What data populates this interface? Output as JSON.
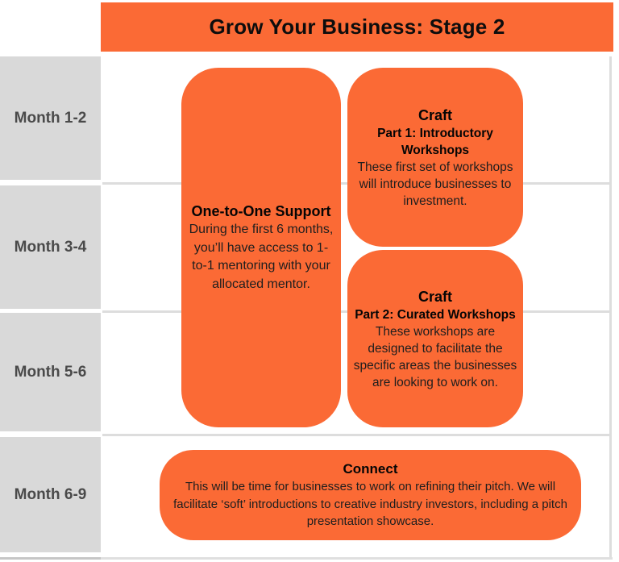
{
  "header": {
    "title": "Grow Your Business: Stage 2"
  },
  "timeline": {
    "rows": [
      {
        "label": "Month 1-2"
      },
      {
        "label": "Month 3-4"
      },
      {
        "label": "Month 5-6"
      },
      {
        "label": "Month 6-9"
      }
    ]
  },
  "cards": {
    "one_to_one": {
      "title": "One-to-One Support",
      "body": "During the first 6 months, you’ll have access to 1-to-1 mentoring with your allocated mentor."
    },
    "craft_part1": {
      "title": "Craft",
      "subtitle": "Part 1: Introductory Workshops",
      "body": "These first set of workshops will introduce businesses to investment."
    },
    "craft_part2": {
      "title": "Craft",
      "subtitle": "Part 2: Curated Workshops",
      "body": "These workshops are designed to facilitate the specific areas the businesses are looking to work on."
    },
    "connect": {
      "title": "Connect",
      "body": "This will be time for businesses to work on refining their pitch. We will facilitate ‘soft’ introductions to creative industry investors, including a pitch presentation showcase."
    }
  },
  "colors": {
    "accent_orange": "#FB6A35",
    "label_gray": "#D9D9D9",
    "divider_gray": "#DDDDDD",
    "month_text": "#4A4A4A",
    "body_text": "#1E1E1E"
  }
}
